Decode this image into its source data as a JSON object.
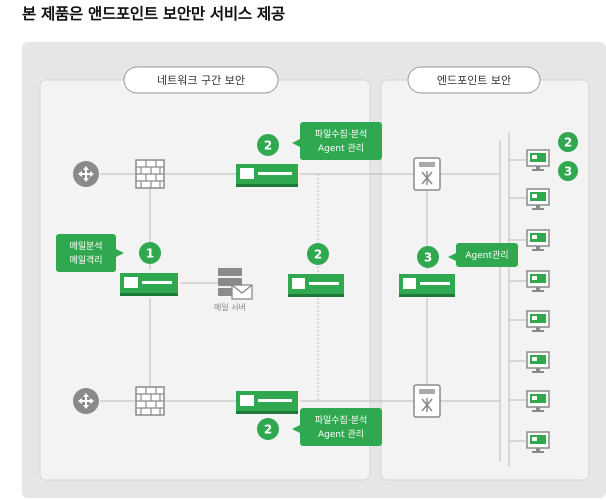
{
  "page_title": "본 제품은 앤드포인트 보안만 서비스 제공",
  "zones": {
    "network": "네트워크 구간 보안",
    "endpoint": "엔드포인트 보안"
  },
  "badges": {
    "top_left": "2",
    "mail": "1",
    "middle_center": "2",
    "endpoint_mid": "3",
    "bottom_left": "2",
    "right_top": "2",
    "right_second": "3"
  },
  "callouts": {
    "top_line1": "파일수집·분석",
    "top_line2": "Agent 관리",
    "mail_line1": "메일분석",
    "mail_line2": "메일격리",
    "agent": "Agent관리",
    "bottom_line1": "파일수집·분석",
    "bottom_line2": "Agent 관리"
  },
  "mail_server_label": "메일 서버",
  "colors": {
    "accent": "#2FA84F",
    "panel": "#EEEEEE",
    "outer": "#E6E6E6",
    "line": "#BBBBBB",
    "icon": "#888888"
  },
  "icons": [
    "router-icon",
    "firewall-icon",
    "appliance-icon",
    "switch-icon",
    "mail-server-icon",
    "monitor-icon"
  ]
}
